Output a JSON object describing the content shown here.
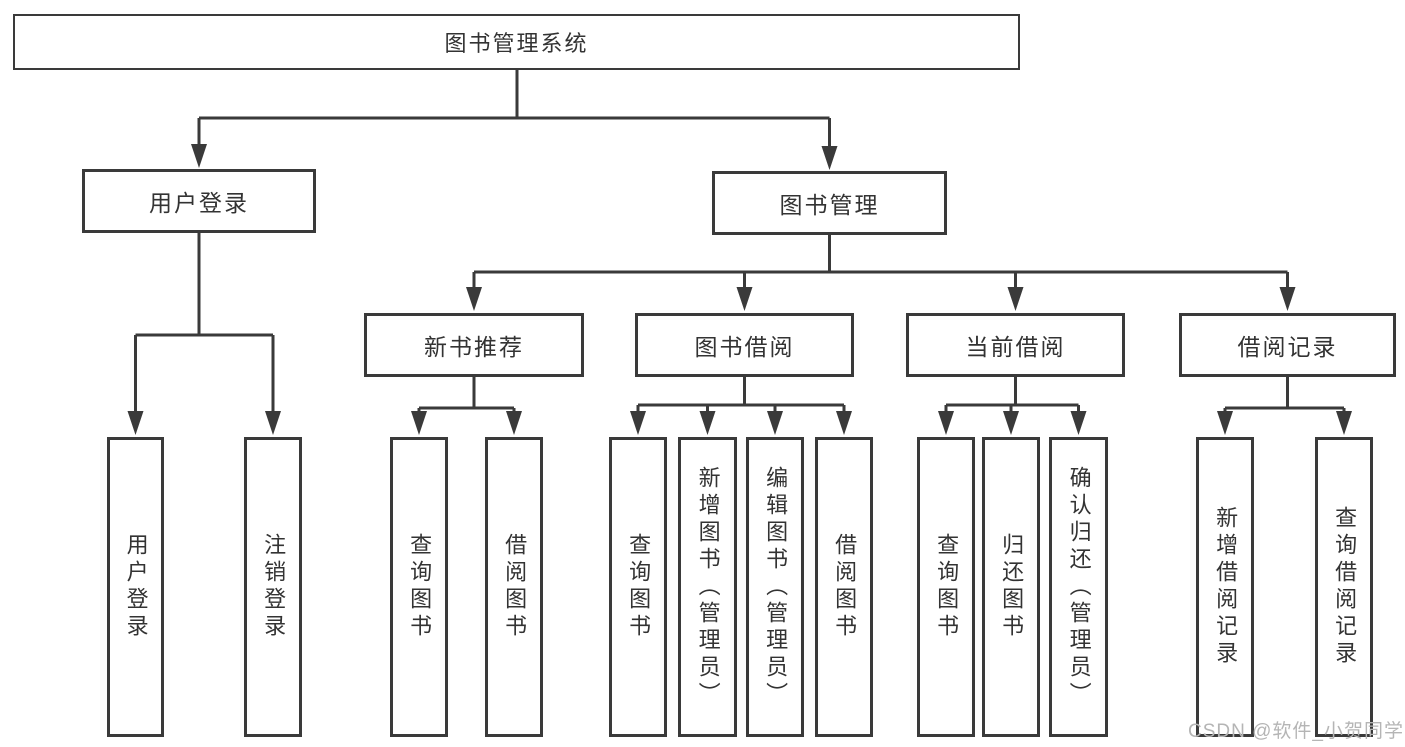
{
  "diagram": {
    "title": "图书管理系统",
    "root": {
      "label": "图书管理系统"
    },
    "branches": [
      {
        "label": "用户登录"
      },
      {
        "label": "图书管理"
      }
    ],
    "modules": [
      {
        "label": "新书推荐"
      },
      {
        "label": "图书借阅"
      },
      {
        "label": "当前借阅"
      },
      {
        "label": "借阅记录"
      }
    ],
    "functions": [
      {
        "label": "用户登录"
      },
      {
        "label": "注销登录"
      },
      {
        "label": "查询图书"
      },
      {
        "label": "借阅图书"
      },
      {
        "label": "查询图书"
      },
      {
        "label": "新增图书（管理员）"
      },
      {
        "label": "编辑图书（管理员）"
      },
      {
        "label": "借阅图书"
      },
      {
        "label": "查询图书"
      },
      {
        "label": "归还图书"
      },
      {
        "label": "确认归还（管理员）"
      },
      {
        "label": "新增借阅记录"
      },
      {
        "label": "查询借阅记录"
      }
    ]
  },
  "watermark": {
    "text": "CSDN @软件_小贺同学"
  },
  "colors": {
    "line": "#3a3a3a",
    "text": "#333333",
    "watermark": "#b5b5b5",
    "background": "#ffffff"
  }
}
